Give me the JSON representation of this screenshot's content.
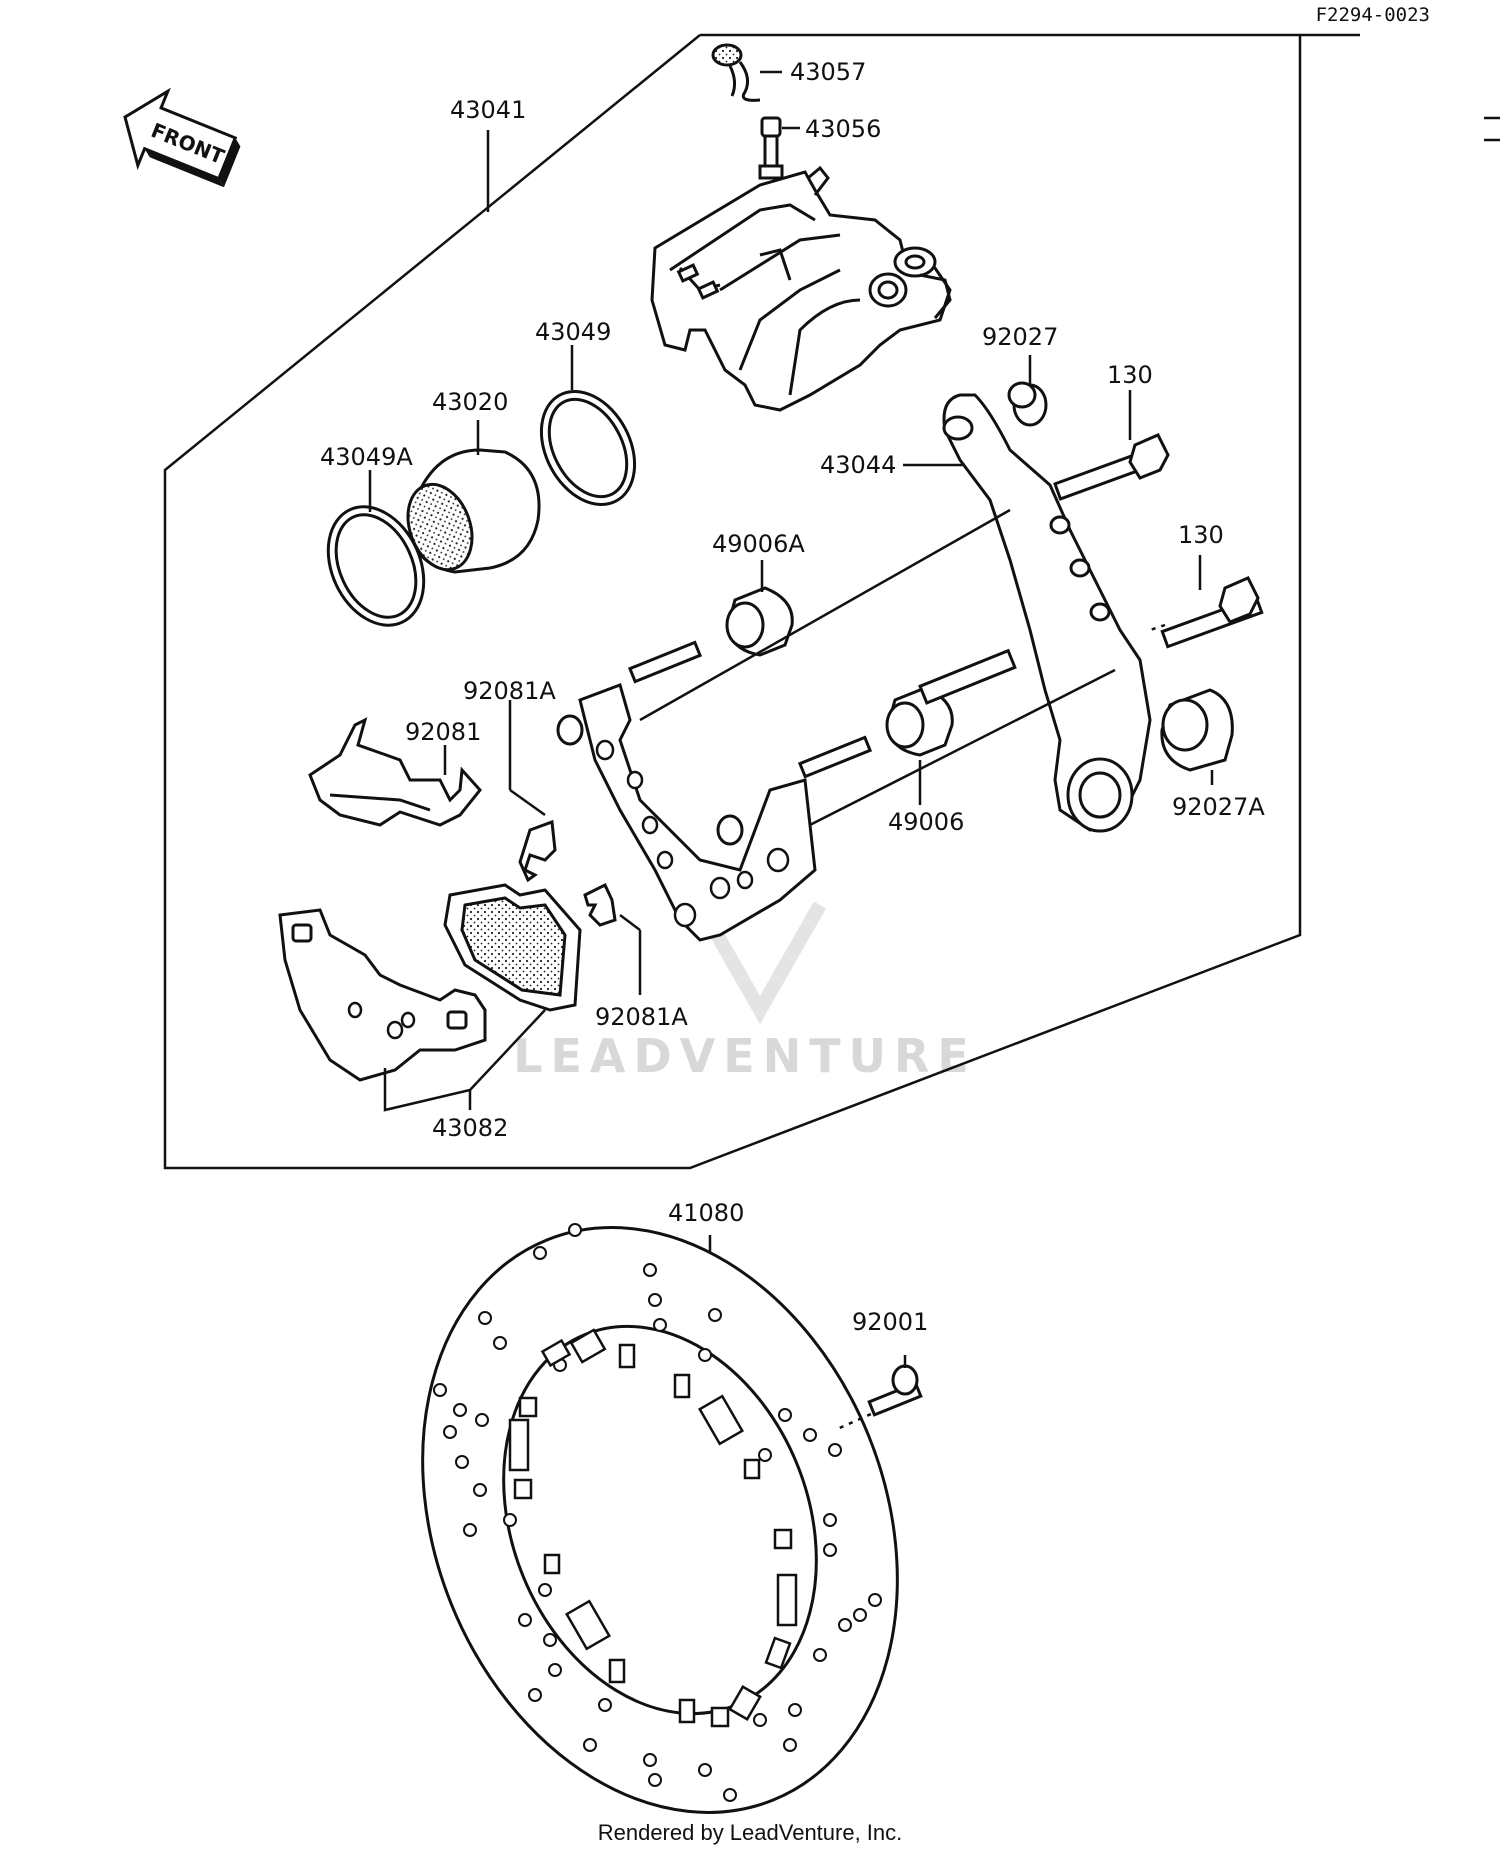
{
  "figure_id": "F2294-0023",
  "front_label": "FRONT",
  "watermark": "LEADVENTURE",
  "footer": "Rendered by LeadVenture, Inc.",
  "parts": {
    "p43041": "43041",
    "p43057": "43057",
    "p43056": "43056",
    "p43049": "43049",
    "p43020": "43020",
    "p43049A": "43049A",
    "p92027": "92027",
    "p130a": "130",
    "p130b": "130",
    "p43044": "43044",
    "p49006A": "49006A",
    "p92081A_top": "92081A",
    "p92081": "92081",
    "p49006": "49006",
    "p92027A": "92027A",
    "p92081A_bottom": "92081A",
    "p43082": "43082",
    "p41080": "41080",
    "p92001": "92001"
  }
}
